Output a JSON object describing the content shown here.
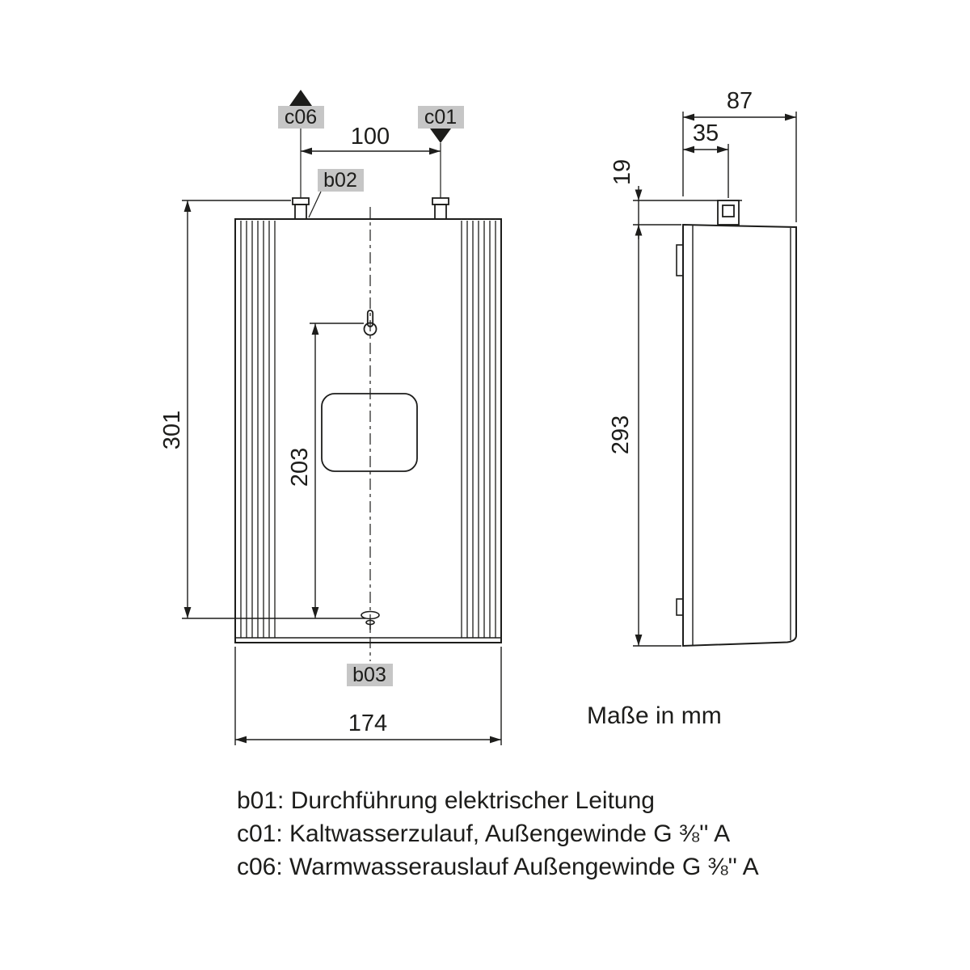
{
  "drawing": {
    "connection_labels": {
      "c06": "c06",
      "c01": "c01",
      "b02": "b02",
      "b03": "b03"
    },
    "front_view": {
      "dim_pipe_spacing": "100",
      "dim_overall_height": "301",
      "dim_mount_height": "203",
      "dim_width": "174"
    },
    "side_view": {
      "dim_depth": "87",
      "dim_pipe_offset": "35",
      "dim_stub_height": "19",
      "dim_body_height": "293"
    },
    "units_note": "Maße in mm",
    "legend": [
      "b01: Durchführung elektrischer Leitung",
      "c01: Kaltwasserzulauf, Außengewinde G ⅜'' A",
      "c06: Warmwasserauslauf Außengewinde G ⅜'' A"
    ],
    "colors": {
      "line": "#1d1d1b",
      "label_box": "#c6c6c6",
      "background": "#ffffff"
    }
  }
}
